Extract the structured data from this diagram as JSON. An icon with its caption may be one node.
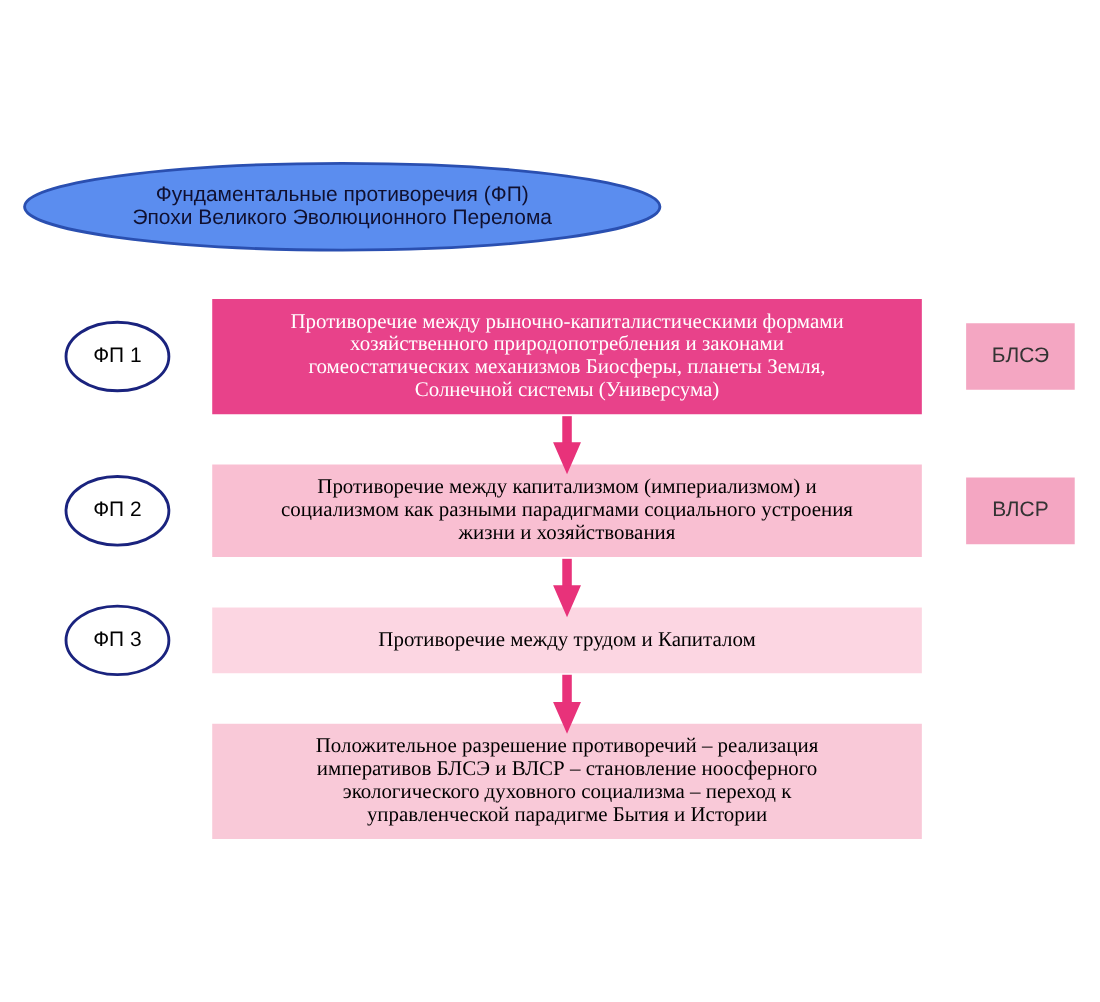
{
  "diagram": {
    "nodes": [
      {
        "text": [
          "Фундаментальные противоречия (ФП) Эпохи Великого Эволюционного Перелома"
        ]
      },
      {
        "text": [
          "ФП 1"
        ]
      },
      {
        "text": [
          "Противоречие между рыночно-капиталистическими формами хозяйственного природопотребления и законами гомеостатических механизмов Биосферы, планеты Земля, Солнечной системы (Универсума)"
        ]
      },
      {
        "text": [
          "ФП 2"
        ]
      },
      {
        "text": [
          "Противоречие между капитализмом (империализмом) и социализмом как разными парадигмами социального устроения жизни и хозяйствования"
        ]
      },
      {
        "text": [
          "ФП 3"
        ]
      },
      {
        "text": [
          "Противоречие между трудом и Капиталом"
        ]
      },
      {
        "text": [
          "Положительное разрешение противоречий – реализация императивов БЛСЭ и ВЛСР – становление ноосферного экологического духовного социализма – переход к управленческой парадигме Бытия и Истории"
        ]
      }
    ],
    "edges": [
      {
        "from": 2,
        "to": 4,
        "arrow": "to"
      },
      {
        "from": 4,
        "to": 6,
        "arrow": "to"
      },
      {
        "from": 6,
        "to": 7,
        "arrow": "to"
      }
    ],
    "labels": [
      "БЛСЭ",
      "ВЛСР"
    ]
  }
}
